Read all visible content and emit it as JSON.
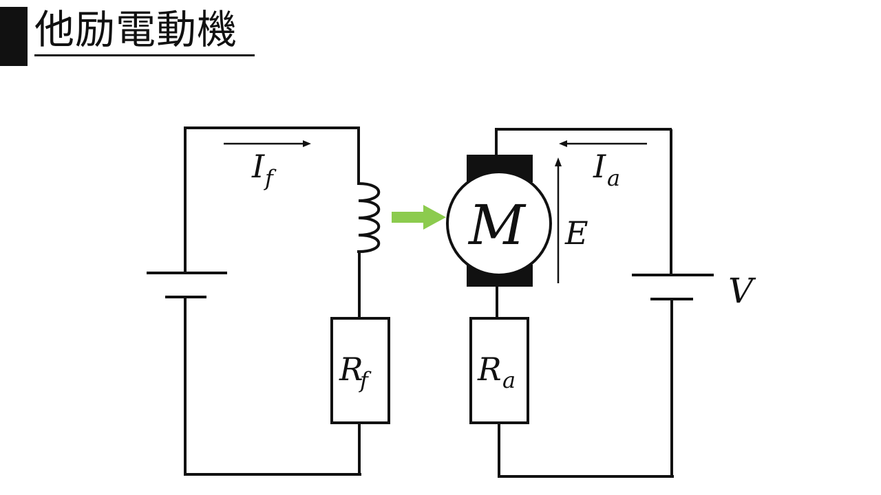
{
  "slide": {
    "title": "他励電動機"
  },
  "diagram": {
    "labels": {
      "field_current": {
        "main": "I",
        "sub": "f"
      },
      "armature_current": {
        "main": "I",
        "sub": "a"
      },
      "field_resistor": {
        "main": "R",
        "sub": "f"
      },
      "armature_resistor": {
        "main": "R",
        "sub": "a"
      },
      "motor": "M",
      "back_emf": "E",
      "supply_voltage": "V"
    },
    "colors": {
      "line": "#111111",
      "flux_arrow": "#8CCB4E"
    }
  }
}
